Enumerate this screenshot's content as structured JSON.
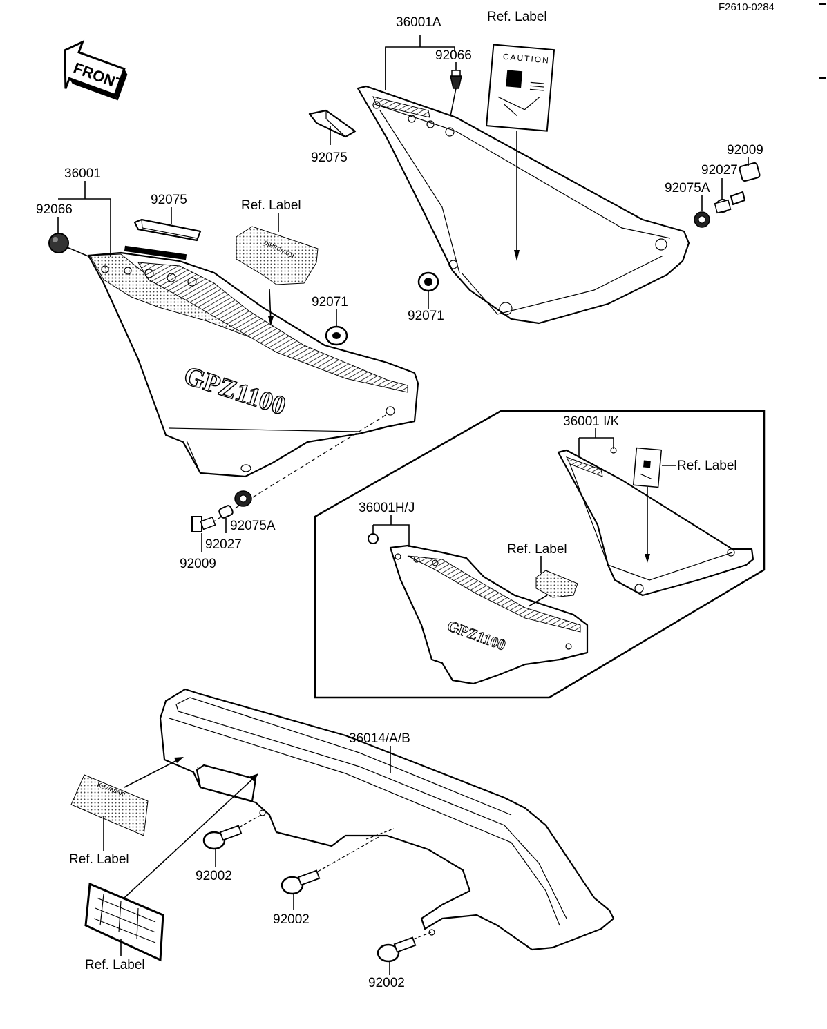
{
  "figure_code": "F2610-0284",
  "front_label": "FRONT",
  "caution_text": "CAUTION",
  "brand_text": "Kawasaki",
  "logo_text": "GPZ1100",
  "labels": {
    "p36001A": "36001A",
    "ref_label_top": "Ref. Label",
    "p92066_top": "92066",
    "p92075_top": "92075",
    "p92009_right": "92009",
    "p92027_right": "92027",
    "p92075A_right": "92075A",
    "p92071_right": "92071",
    "p36001": "36001",
    "p92066_left": "92066",
    "p92075_left": "92075",
    "ref_label_left": "Ref. Label",
    "p92071_left": "92071",
    "p92009_left": "92009",
    "p92027_left": "92027",
    "p92075A_left": "92075A",
    "p36001IK": "36001 I/K",
    "ref_label_inset_right": "Ref. Label",
    "p36001HJ": "36001H/J",
    "ref_label_inset": "Ref. Label",
    "p36014AB": "36014/A/B",
    "ref_label_chain1": "Ref. Label",
    "ref_label_chain2": "Ref. Label",
    "p92002_a": "92002",
    "p92002_b": "92002",
    "p92002_c": "92002"
  }
}
